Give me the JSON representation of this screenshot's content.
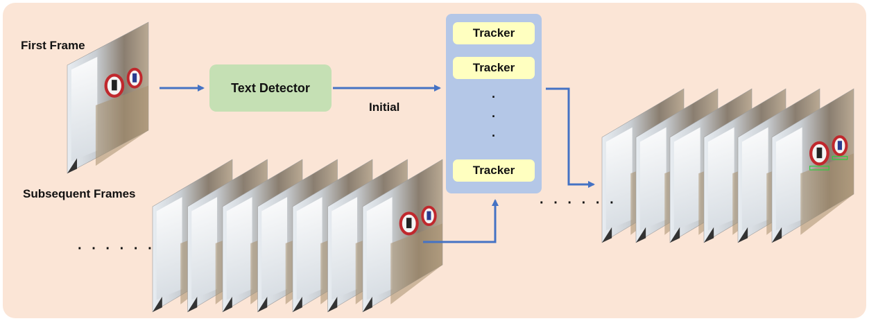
{
  "labels": {
    "first_frame": "First Frame",
    "subsequent_frames": "Subsequent Frames",
    "text_detector": "Text Detector",
    "initial": "Initial",
    "trackers": [
      "Tracker",
      "Tracker",
      "Tracker"
    ],
    "vertical_ellipsis": [
      "·",
      "·",
      "·"
    ],
    "ellipsis_left": "· · · · · ·",
    "ellipsis_right": "· · · · · ·"
  },
  "colors": {
    "background": "#fbe5d6",
    "detector": "#c5e0b4",
    "tracker_panel": "#b4c7e7",
    "tracker_box": "#ffffc0",
    "arrow": "#4472c4"
  },
  "frames": {
    "first_frame_count": 1,
    "subsequent_frame_count": 7,
    "output_frame_count": 6,
    "output_marked": true
  }
}
